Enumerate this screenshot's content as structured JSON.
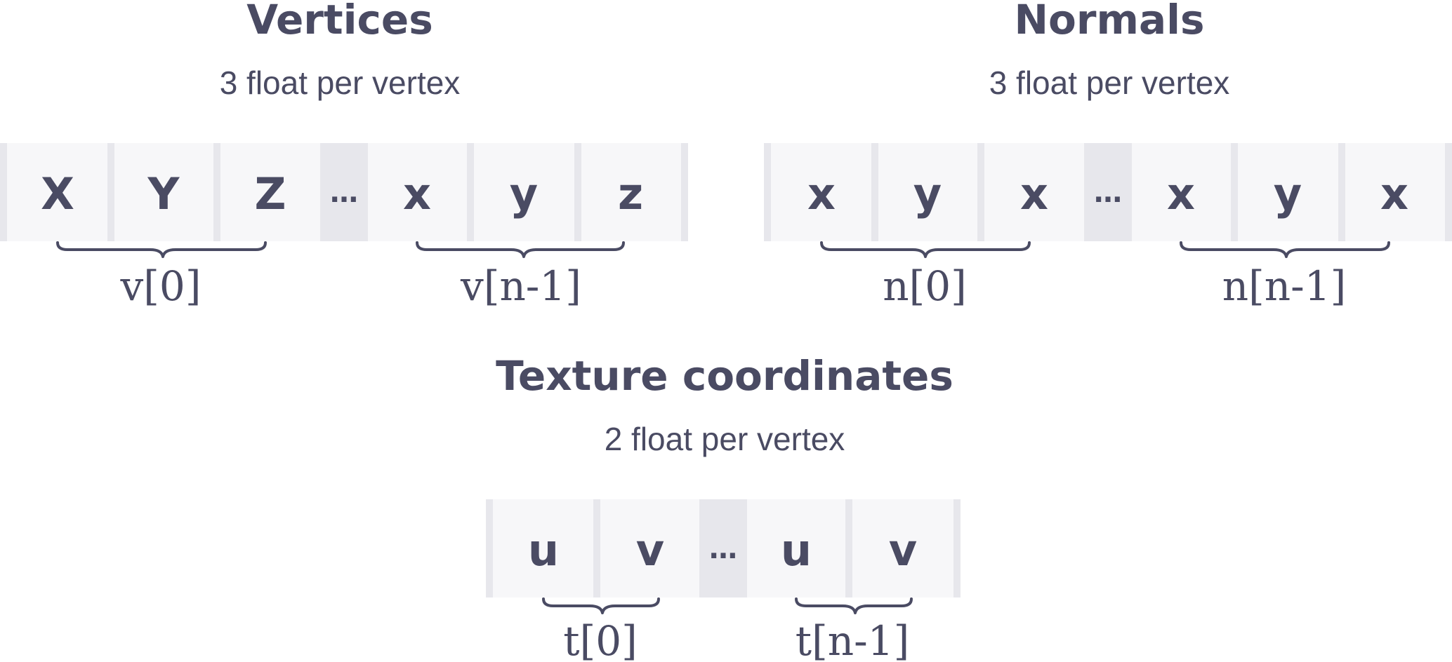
{
  "groups": [
    {
      "title": "Vertices",
      "subtitle": "3 float per vertex",
      "cells": [
        "X",
        "Y",
        "Z",
        "…",
        "x",
        "y",
        "z"
      ],
      "labels": [
        "v[0]",
        "v[n-1]"
      ]
    },
    {
      "title": "Normals",
      "subtitle": "3 float per vertex",
      "cells": [
        "x",
        "y",
        "x",
        "…",
        "x",
        "y",
        "x"
      ],
      "labels": [
        "n[0]",
        "n[n-1]"
      ]
    },
    {
      "title": "Texture coordinates",
      "subtitle": "2 float per vertex",
      "cells": [
        "u",
        "v",
        "…",
        "u",
        "v"
      ],
      "labels": [
        "t[0]",
        "t[n-1]"
      ]
    }
  ],
  "colors": {
    "text": "#4a4b63",
    "cell_background": "#f7f7f9",
    "separator": "#e7e7ec",
    "ellipsis_background": "#e7e7ec"
  }
}
